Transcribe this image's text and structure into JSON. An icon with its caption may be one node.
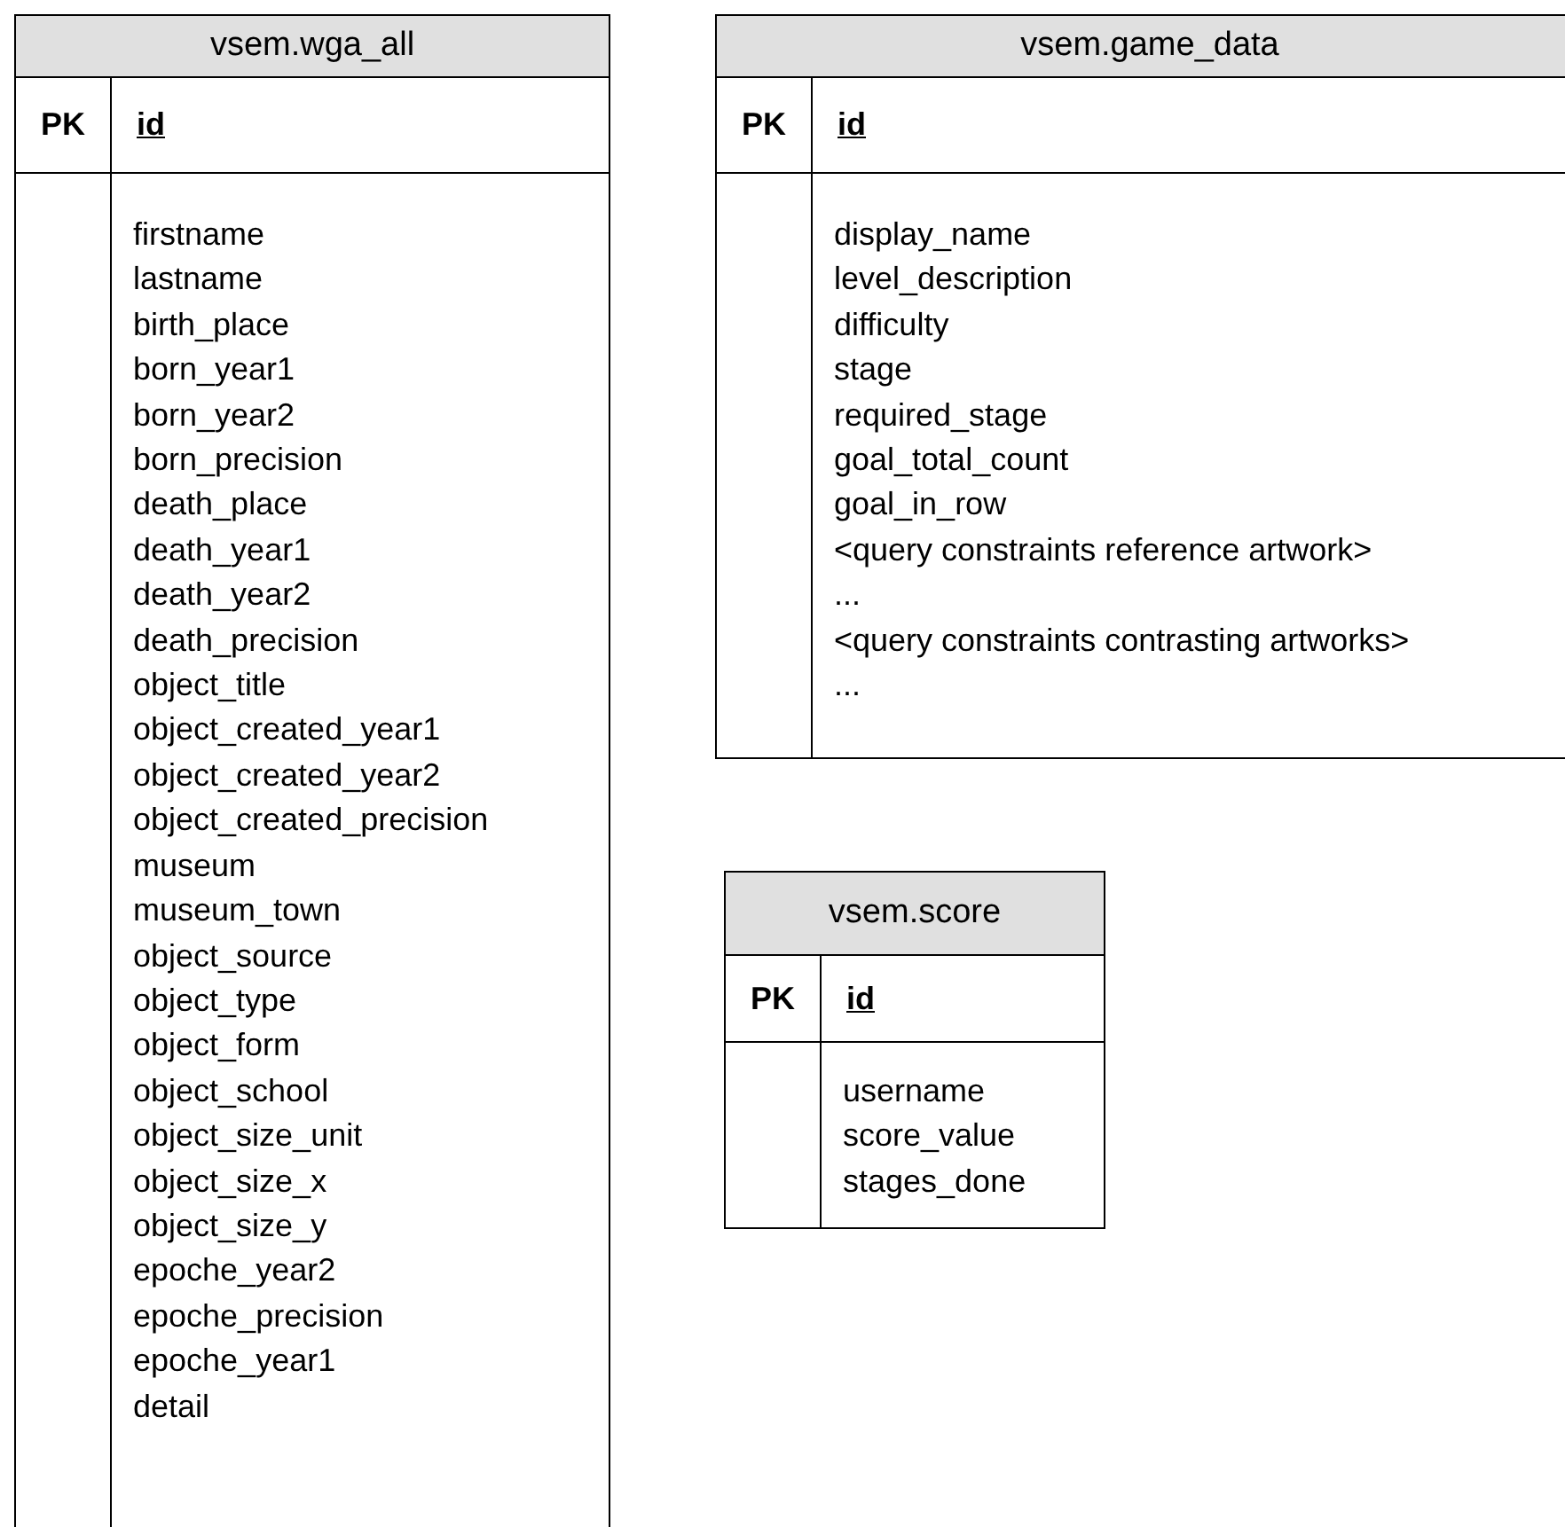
{
  "diagram": {
    "nodes": [
      {
        "text": [
          "vsem.wga_all"
        ]
      },
      {
        "text": [
          "PK",
          "id"
        ],
        "in": 0
      },
      {
        "text": [
          "firstname",
          "lastname",
          "birth_place",
          "born_year1",
          "born_year2",
          "born_precision",
          "death_place",
          "death_year1",
          "death_year2",
          "death_precision",
          "object_title",
          "object_created_year1",
          "object_created_year2",
          "object_created_precision",
          "museum",
          "museum_town",
          "object_source",
          "object_type",
          "object_form",
          "object_school",
          "object_size_unit",
          "object_size_x",
          "object_size_y",
          "epoche_year2",
          "epoche_precision",
          "epoche_year1",
          "detail"
        ],
        "in": 0
      },
      {
        "text": [
          "vsem.game_data"
        ]
      },
      {
        "text": [
          "PK",
          "id"
        ],
        "in": 3
      },
      {
        "text": [
          "display_name",
          "level_description",
          "difficulty",
          "stage",
          "required_stage",
          "goal_total_count",
          "goal_in_row",
          "<query constraints reference artwork>",
          "...",
          "<query constraints contrasting artworks>",
          "..."
        ],
        "in": 3
      },
      {
        "text": [
          "vsem.score"
        ]
      },
      {
        "text": [
          "PK",
          "id"
        ],
        "in": 6
      },
      {
        "text": [
          "username",
          "score_value",
          "stages_done"
        ],
        "in": 6
      }
    ]
  }
}
